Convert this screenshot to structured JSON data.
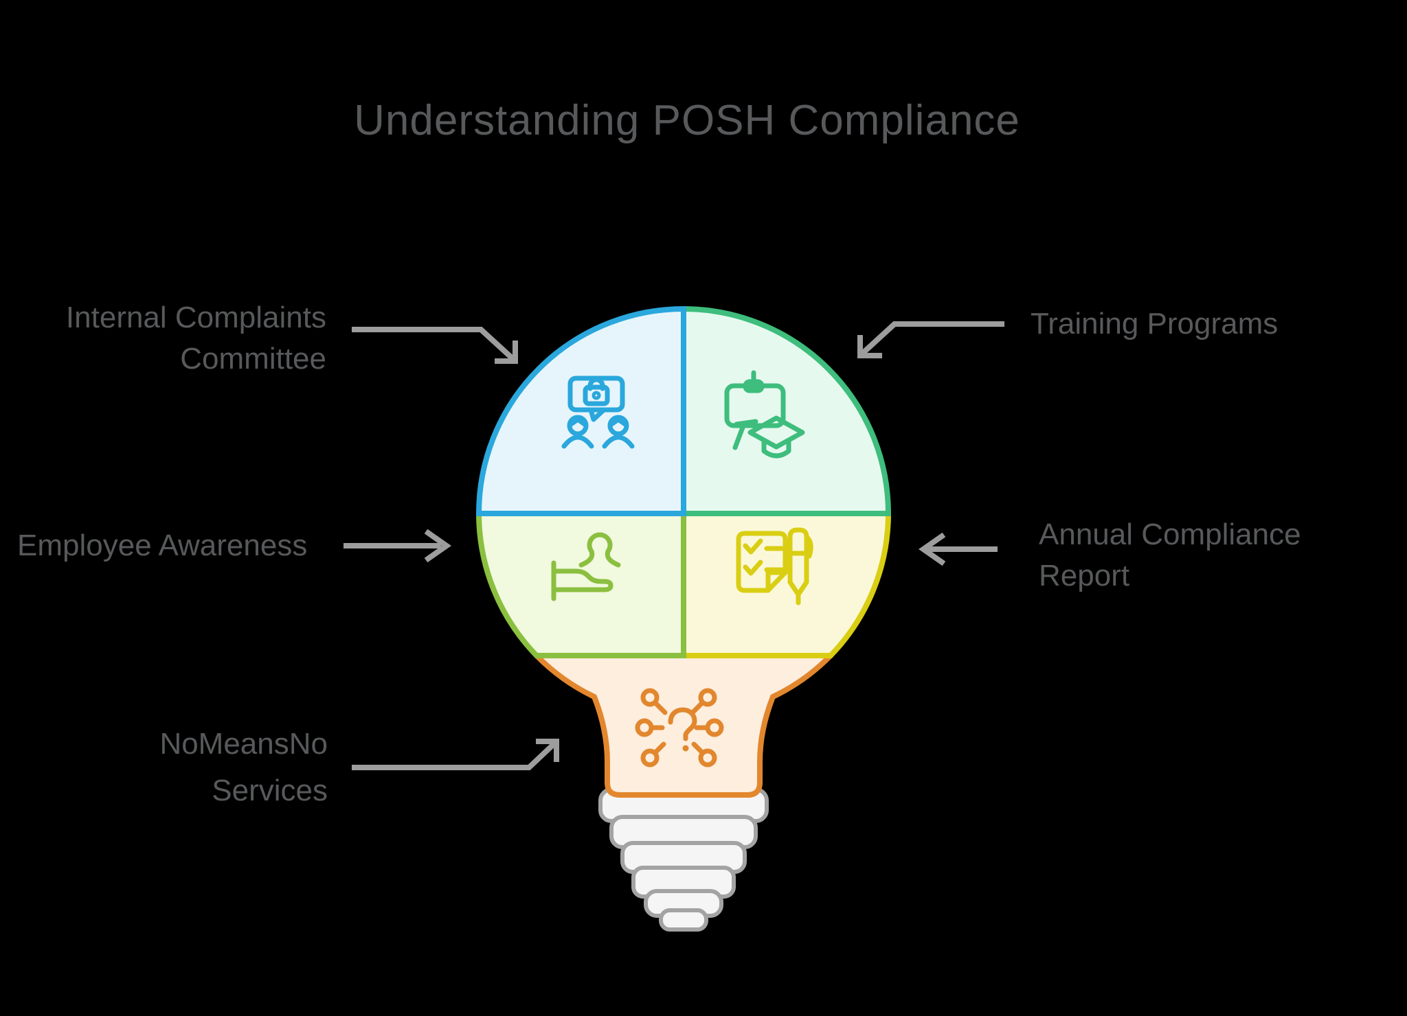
{
  "title": "Understanding POSH Compliance",
  "background": "#000000",
  "text_color": "#58595b",
  "arrow_color": "#9d9d9d",
  "bulb": {
    "base": {
      "fill": "#f5f5f5",
      "stroke": "#a3a3a3"
    },
    "neck": {
      "fill": "#fdeede",
      "stroke": "#e2872e"
    },
    "quadrant_top_left": {
      "fill": "#e6f5fc",
      "stroke": "#2aa7dc"
    },
    "quadrant_top_right": {
      "fill": "#e6f9ef",
      "stroke": "#3ebd7d"
    },
    "quadrant_bottom_left": {
      "fill": "#f1f9de",
      "stroke": "#8bbf40"
    },
    "quadrant_bottom_right": {
      "fill": "#fbf8d9",
      "stroke": "#d9ce13"
    }
  },
  "sections": {
    "internal_complaints_committee": {
      "line1": "Internal Complaints",
      "line2": "Committee",
      "icon": "committee-chat-lock"
    },
    "training_programs": {
      "line1": "Training Programs",
      "icon": "easel-graduation-cap"
    },
    "employee_awareness": {
      "line1": "Employee Awareness",
      "icon": "person-helping-hand"
    },
    "annual_compliance_report": {
      "line1": "Annual Compliance",
      "line2": "Report",
      "icon": "checklist-pen"
    },
    "nomeansno_services": {
      "line1": "NoMeansNo",
      "line2": "Services",
      "icon": "question-network"
    }
  }
}
